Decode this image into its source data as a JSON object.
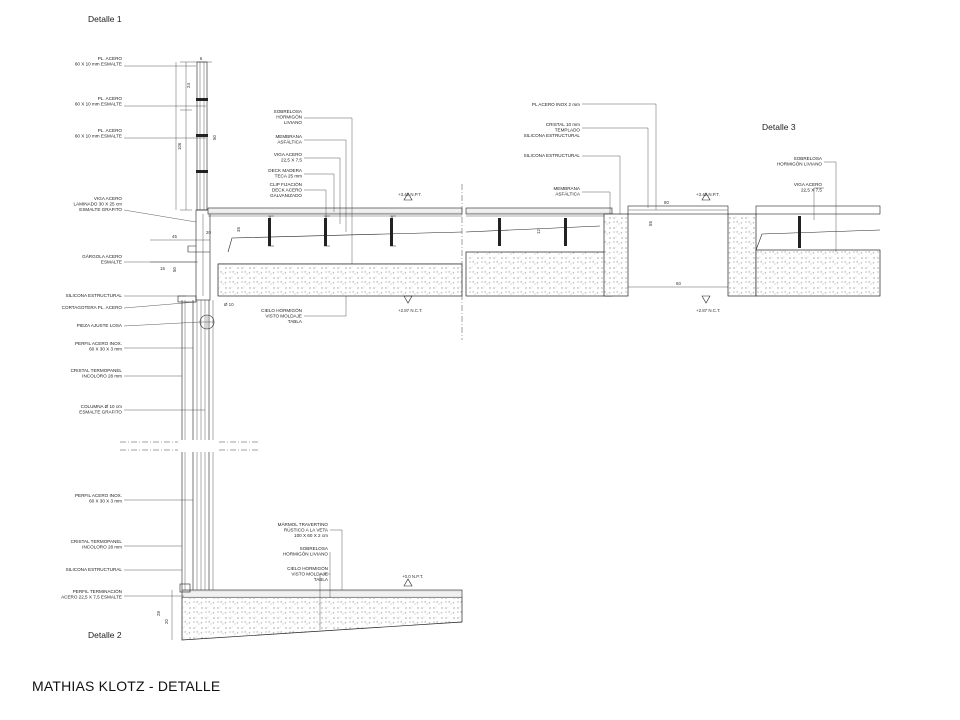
{
  "caption": "MATHIAS KLOTZ - DETALLE",
  "details": {
    "d1": "Detalle 1",
    "d2": "Detalle 2",
    "d3": "Detalle 3"
  },
  "labels_left": [
    [
      "PL. ACERO",
      "60 X 10 mm ESMALTE"
    ],
    [
      "PL. ACERO",
      "60 X 10 mm ESMALTE"
    ],
    [
      "PL. ACERO",
      "60 X 10 mm ESMALTE"
    ],
    [
      "VIGA ACERO",
      "LAMINADO 30 X 25 cm",
      "ESMALTE GRAFITO"
    ],
    [
      "GÁRGOLA ACERO",
      "ESMALTE"
    ],
    [
      "SILICONA ESTRUCTURAL"
    ],
    [
      "CORTAGOTERA PL. ACERO"
    ],
    [
      "PIEZA AJUSTE LOSA"
    ],
    [
      "PERFIL ACERO INOX.",
      "60 X 30 X 3 mm"
    ],
    [
      "CRISTAL TERMOPANEL",
      "INCOLORO 28 mm"
    ],
    [
      "COLUMNA Ø 10 cm",
      "ESMALTE GRAFITO"
    ],
    [
      "PERFIL ACERO INOX.",
      "60 X 30 X 3 mm"
    ],
    [
      "CRISTAL TERMOPANEL",
      "INCOLORO 28 mm"
    ],
    [
      "SILICONA ESTRUCTURAL"
    ],
    [
      "PERFIL TERMINACIÓN",
      "ACERO 22,5 X 7,5 ESMALTE"
    ]
  ],
  "labels_mid": [
    [
      "SOBRELOSA",
      "HORMIGÓN",
      "LIVIANO"
    ],
    [
      "MEMBRANA",
      "ASFÁLTICA"
    ],
    [
      "VIGA ACERO",
      "22,5 X 7,5"
    ],
    [
      "DECK MADERA",
      "TECA 25 mm"
    ],
    [
      "CLIP FIJACIÓN",
      "DECK ACERO",
      "GALVANIZADO"
    ],
    [
      "CIELO HORMIGÓN",
      "VISTO MOLDAJE",
      "TABLA"
    ]
  ],
  "labels_lower": [
    [
      "MÁRMOL TRAVERTINO",
      "RÚSTICO A LA VETA",
      "100 X 60 X 2 cm"
    ],
    [
      "SOBRELOSA",
      "HORMIGÓN LIVIANO"
    ],
    [
      "CIELO HORMIGÓN",
      "VISTO MOLDAJE",
      "TABLA"
    ]
  ],
  "labels_right": [
    [
      "PL ACERO INOX 2 mm"
    ],
    [
      "CRISTAL 10 mm",
      "TEMPLADO",
      "SILICONA ESTRUCTURAL"
    ],
    [
      "SILICONA ESTRUCTURAL"
    ],
    [
      "MEMBRANA",
      "ASFÁLTICA"
    ],
    [
      "SOBRELOSA",
      "HORMIGÓN LIVIANO"
    ],
    [
      "VIGA ACERO",
      "22,5 X 7,5"
    ]
  ],
  "levels": {
    "top_npt_1": "+3.42 N.P.T.",
    "top_nct_1": "+2.87 N.C.T.",
    "top_npt_2": "+3.42 N.P.T.",
    "top_nct_2": "+2.87 N.C.T.",
    "bottom_npt": "+0.0 N.P.T."
  },
  "dims": {
    "d6": "6",
    "d24": "24",
    "d106": "106",
    "d50a": "50",
    "d45": "45",
    "d20": "20",
    "d35": "35",
    "d15a": "15",
    "d50b": "50",
    "d40": "40",
    "d80": "80",
    "d60": "60",
    "d55": "55",
    "d12": "12",
    "phi": "Ø 10",
    "d28": "28",
    "d20b": "20",
    "d30": "30"
  }
}
